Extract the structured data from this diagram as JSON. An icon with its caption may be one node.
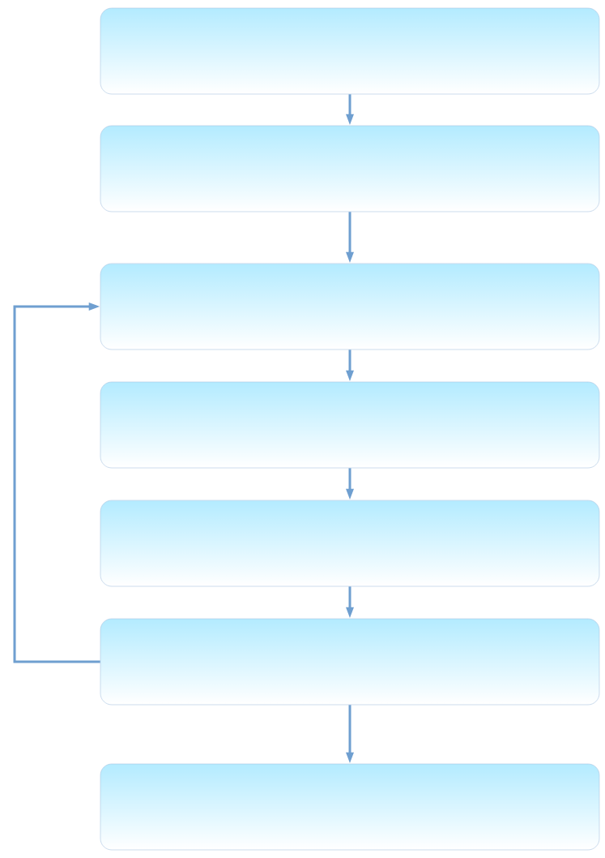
{
  "diagram": {
    "nodes": [
      {
        "text": [],
        "shape": "box"
      },
      {
        "text": [],
        "shape": "box"
      },
      {
        "text": [],
        "shape": "box"
      },
      {
        "text": [],
        "shape": "box"
      },
      {
        "text": [],
        "shape": "box"
      },
      {
        "text": [],
        "shape": "box"
      },
      {
        "text": [],
        "shape": "box"
      }
    ],
    "edges": [
      {
        "from": 0,
        "to": 1,
        "arrow": "to"
      },
      {
        "from": 1,
        "to": 2,
        "arrow": "to"
      },
      {
        "from": 2,
        "to": 3,
        "arrow": "to"
      },
      {
        "from": 3,
        "to": 4,
        "arrow": "to"
      },
      {
        "from": 4,
        "to": 5,
        "arrow": "to"
      },
      {
        "from": 5,
        "to": 2,
        "arrow": "to"
      },
      {
        "from": 5,
        "to": 6,
        "arrow": "to"
      }
    ]
  }
}
